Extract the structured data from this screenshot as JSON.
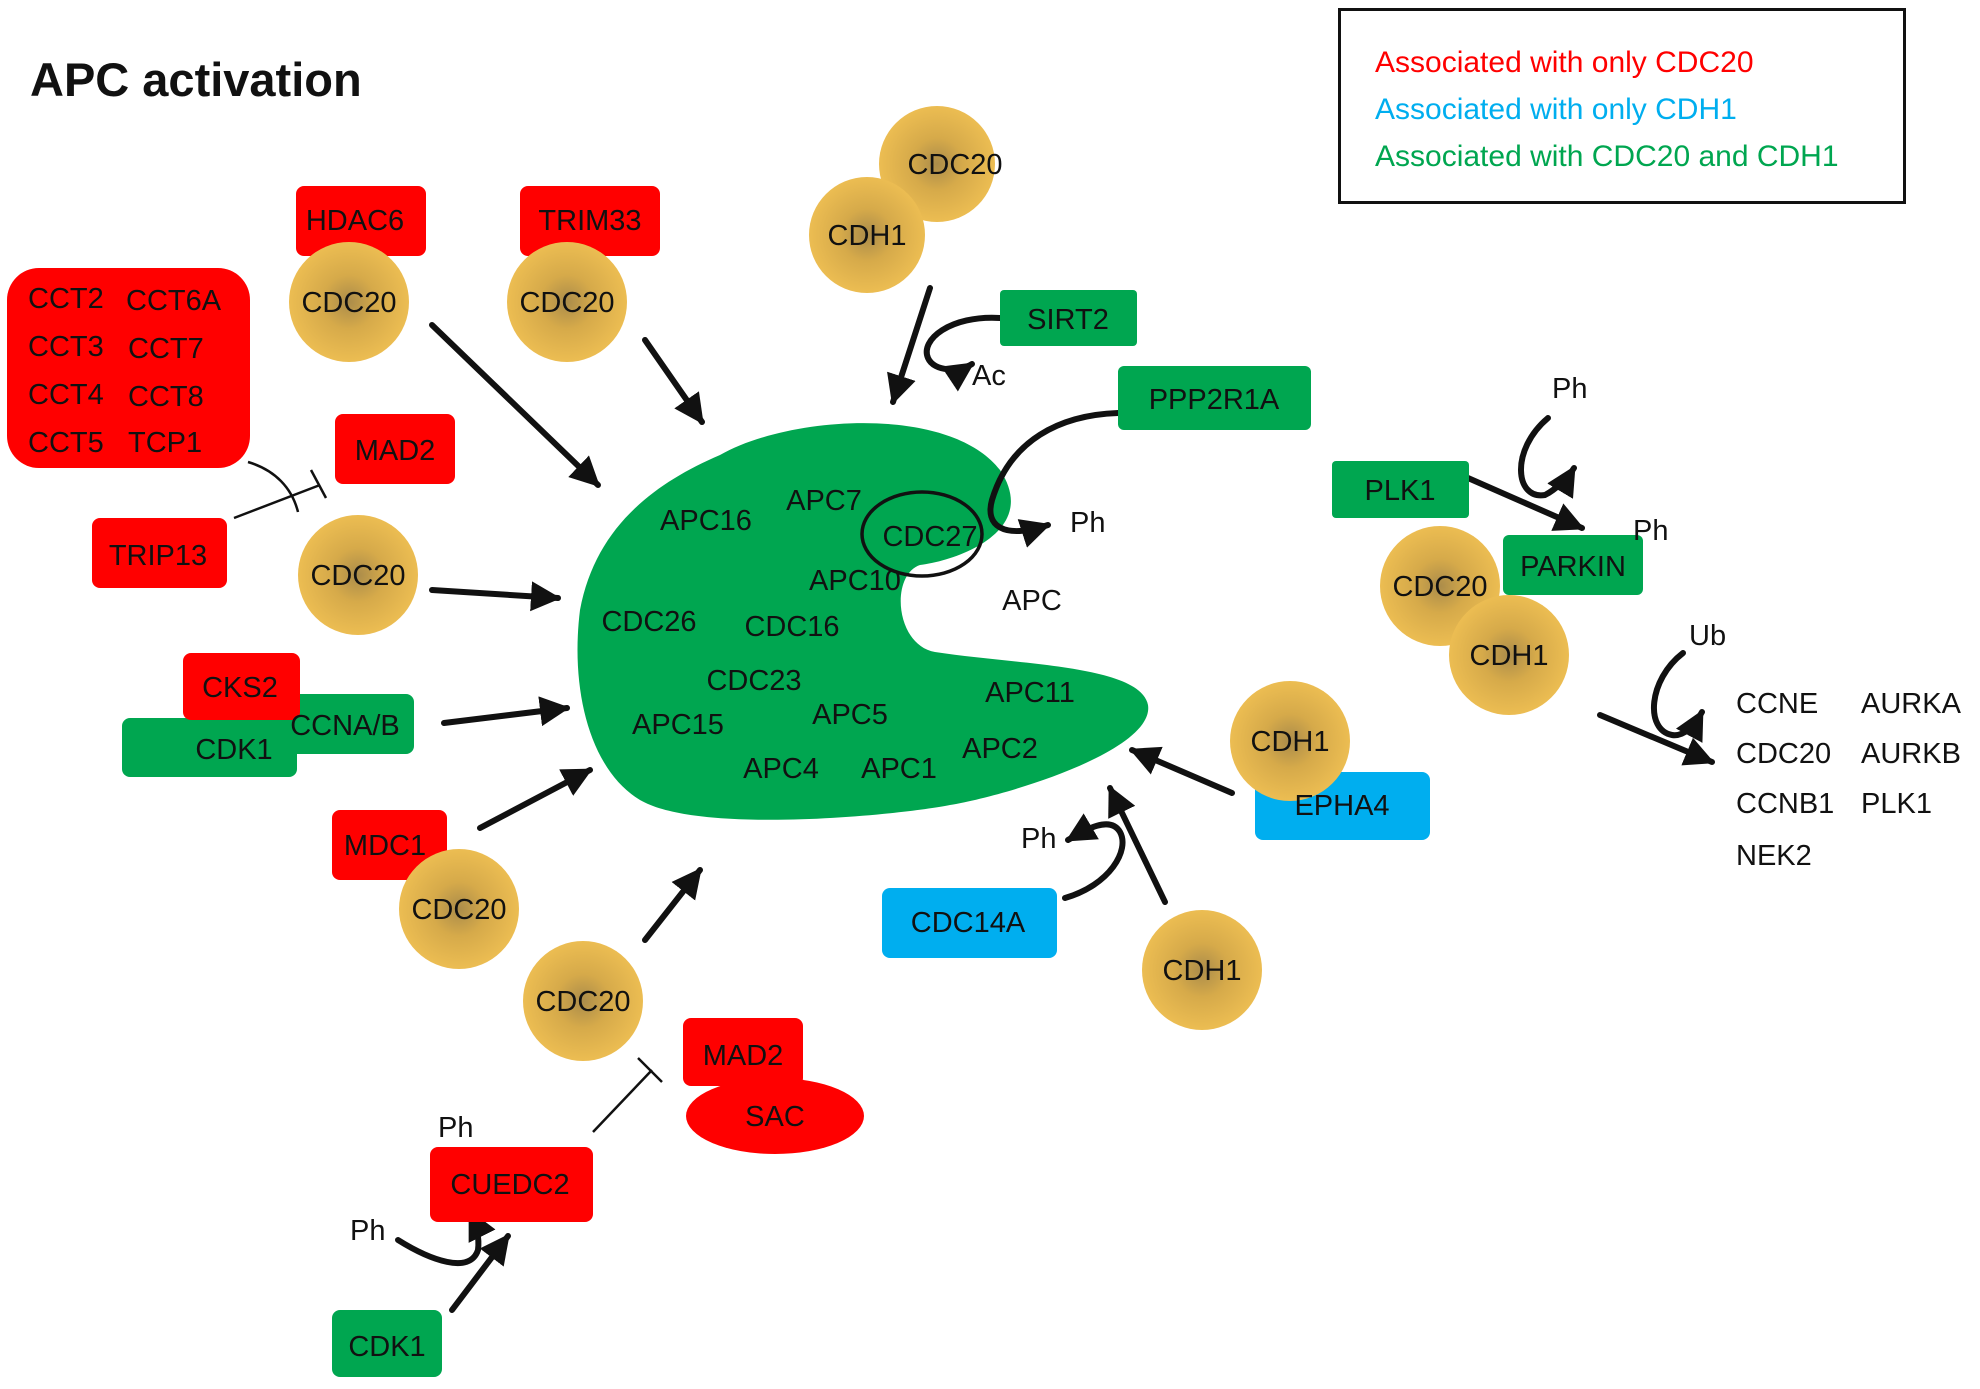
{
  "title": "APC activation",
  "colors": {
    "cdc20_only": "#ff0000",
    "cdh1_only": "#00aeef",
    "both": "#00a650",
    "coactivator_circle": "#e8b84a",
    "apc_complex": "#00a650"
  },
  "legend": {
    "cdc20_only": "Associated with only CDC20",
    "cdh1_only": "Associated with only CDH1",
    "both": "Associated with CDC20 and CDH1"
  },
  "apc": {
    "label": "APC",
    "subunits": [
      "APC16",
      "APC7",
      "CDC27",
      "APC10",
      "CDC26",
      "CDC16",
      "CDC23",
      "APC11",
      "APC15",
      "APC5",
      "APC2",
      "APC4",
      "APC1"
    ]
  },
  "nodes": {
    "hdac6": "HDAC6",
    "trim33": "TRIM33",
    "cct_complex": [
      "CCT2",
      "CCT6A",
      "CCT3",
      "CCT7",
      "CCT4",
      "CCT8",
      "CCT5",
      "TCP1"
    ],
    "mad2_top": "MAD2",
    "trip13": "TRIP13",
    "cks2": "CKS2",
    "ccna_b": "CCNA/B",
    "cdk1_left": "CDK1",
    "mdc1": "MDC1",
    "mad2_bottom": "MAD2",
    "sac": "SAC",
    "cuedc2": "CUEDC2",
    "cdk1_bottom": "CDK1",
    "sirt2": "SIRT2",
    "ppp2r1a": "PPP2R1A",
    "plk1": "PLK1",
    "parkin": "PARKIN",
    "epha4": "EPHA4",
    "cdc14a": "CDC14A"
  },
  "coactivators": {
    "cdc20": "CDC20",
    "cdh1": "CDH1"
  },
  "modifications": {
    "ph": "Ph",
    "ac": "Ac",
    "ub": "Ub"
  },
  "substrates": [
    "CCNE",
    "AURKA",
    "CDC20",
    "AURKB",
    "CCNB1",
    "PLK1",
    "NEK2"
  ]
}
